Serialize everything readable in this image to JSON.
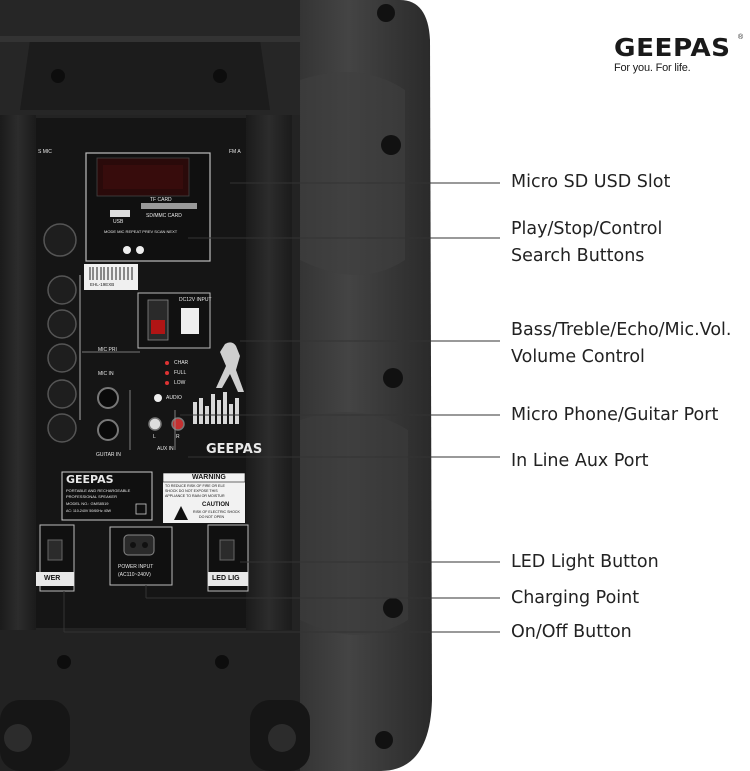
{
  "brand": {
    "name": "GEEPAS",
    "registered": "®",
    "tagline": "For you. For life."
  },
  "callouts": [
    {
      "id": "micro-sd",
      "lines": [
        "Micro SD USD Slot"
      ]
    },
    {
      "id": "play-stop",
      "lines": [
        "Play/Stop/Control",
        "Search Buttons"
      ]
    },
    {
      "id": "bass-treble",
      "lines": [
        "Bass/Treble/Echo/Mic.Vol.",
        "Volume Control"
      ]
    },
    {
      "id": "mic-guitar",
      "lines": [
        "Micro Phone/Guitar Port"
      ]
    },
    {
      "id": "aux",
      "lines": [
        "In Line Aux Port"
      ]
    },
    {
      "id": "led",
      "lines": [
        "LED Light Button"
      ]
    },
    {
      "id": "charging",
      "lines": [
        "Charging Point"
      ]
    },
    {
      "id": "onoff",
      "lines": [
        "On/Off Button"
      ]
    }
  ],
  "panel": {
    "mic_label": "S MIC",
    "fm_label": "FM A",
    "tf_card": "TF CARD",
    "usb": "USB",
    "sd_card": "SD/MMC CARD",
    "mode_buttons": "MODE  MIC  REPEAT  PREV  SCAN  NEXT",
    "barcode": "EHL-19EXB",
    "dc_input": "DC12V INPUT",
    "mic_pri": "MIC PRI",
    "mic_in": "MIC IN",
    "char": "CHAR",
    "full": "FULL",
    "low": "LOW",
    "audio": "AUDIO",
    "guitar_in": "GUITAR IN",
    "aux_in": "AUX IN",
    "aux_l": "L",
    "aux_r": "R",
    "logo": "GEEPAS",
    "plate_brand": "GEEPAS",
    "plate_line1": "PORTABLE AND RECHARGEABLE",
    "plate_line2": "PROFESSIONAL SPEAKER",
    "plate_model": "MODEL NO.: GMS8519",
    "plate_spec": "AC: 110-240V  50/60Hz  40W",
    "warning": "WARNING",
    "warning_text1": "TO REDUCE RISK OF FIRE OR ELE",
    "warning_text2": "SHOCK DO NOT EXPOSE THIS",
    "warning_text3": "APPLIANCE TO RAIN OR MOISTUR",
    "caution": "CAUTION",
    "caution_text1": "RISK OF ELECTRIC SHOCK",
    "caution_text2": "DO NOT OPEN",
    "power_label": "WER",
    "power_input1": "POWER INPUT",
    "power_input2": "(AC110~240V)",
    "led_label": "LED LIG"
  },
  "colors": {
    "housing": "#2a2a2a",
    "panel": "#151515",
    "foam": "#3a3a3a",
    "leader_line": "#333333"
  }
}
